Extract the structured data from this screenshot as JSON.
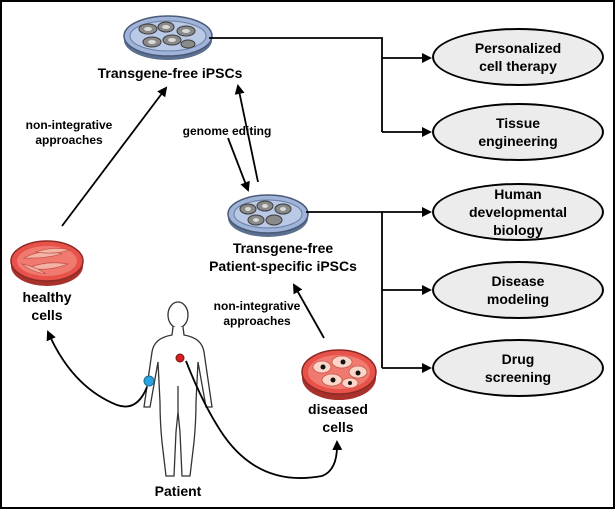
{
  "labels": {
    "transgene_free": "Transgene-free iPSCs",
    "patient_specific_line1": "Transgene-free",
    "patient_specific_line2": "Patient-specific iPSCs",
    "genome_editing": "genome editing",
    "non_integrative_left_1": "non-integrative",
    "non_integrative_left_2": "approaches",
    "non_integrative_right_1": "non-integrative",
    "non_integrative_right_2": "approaches",
    "healthy_1": "healthy",
    "healthy_2": "cells",
    "diseased_1": "diseased",
    "diseased_2": "cells",
    "patient": "Patient"
  },
  "outcomes": [
    {
      "line1": "Personalized",
      "line2": "cell therapy"
    },
    {
      "line1": "Tissue",
      "line2": "engineering"
    },
    {
      "line1": "Human",
      "line2": "developmental",
      "line3": "biology"
    },
    {
      "line1": "Disease",
      "line2": "modeling"
    },
    {
      "line1": "Drug",
      "line2": "screening"
    }
  ],
  "colors": {
    "ipsc_dish": "#9fb4d8",
    "healthy_dish": "#e8524a",
    "diseased_dish": "#e8524a",
    "outcome_fill": "#ececec",
    "marker_blue": "#29a3e0",
    "marker_red": "#d42020"
  }
}
